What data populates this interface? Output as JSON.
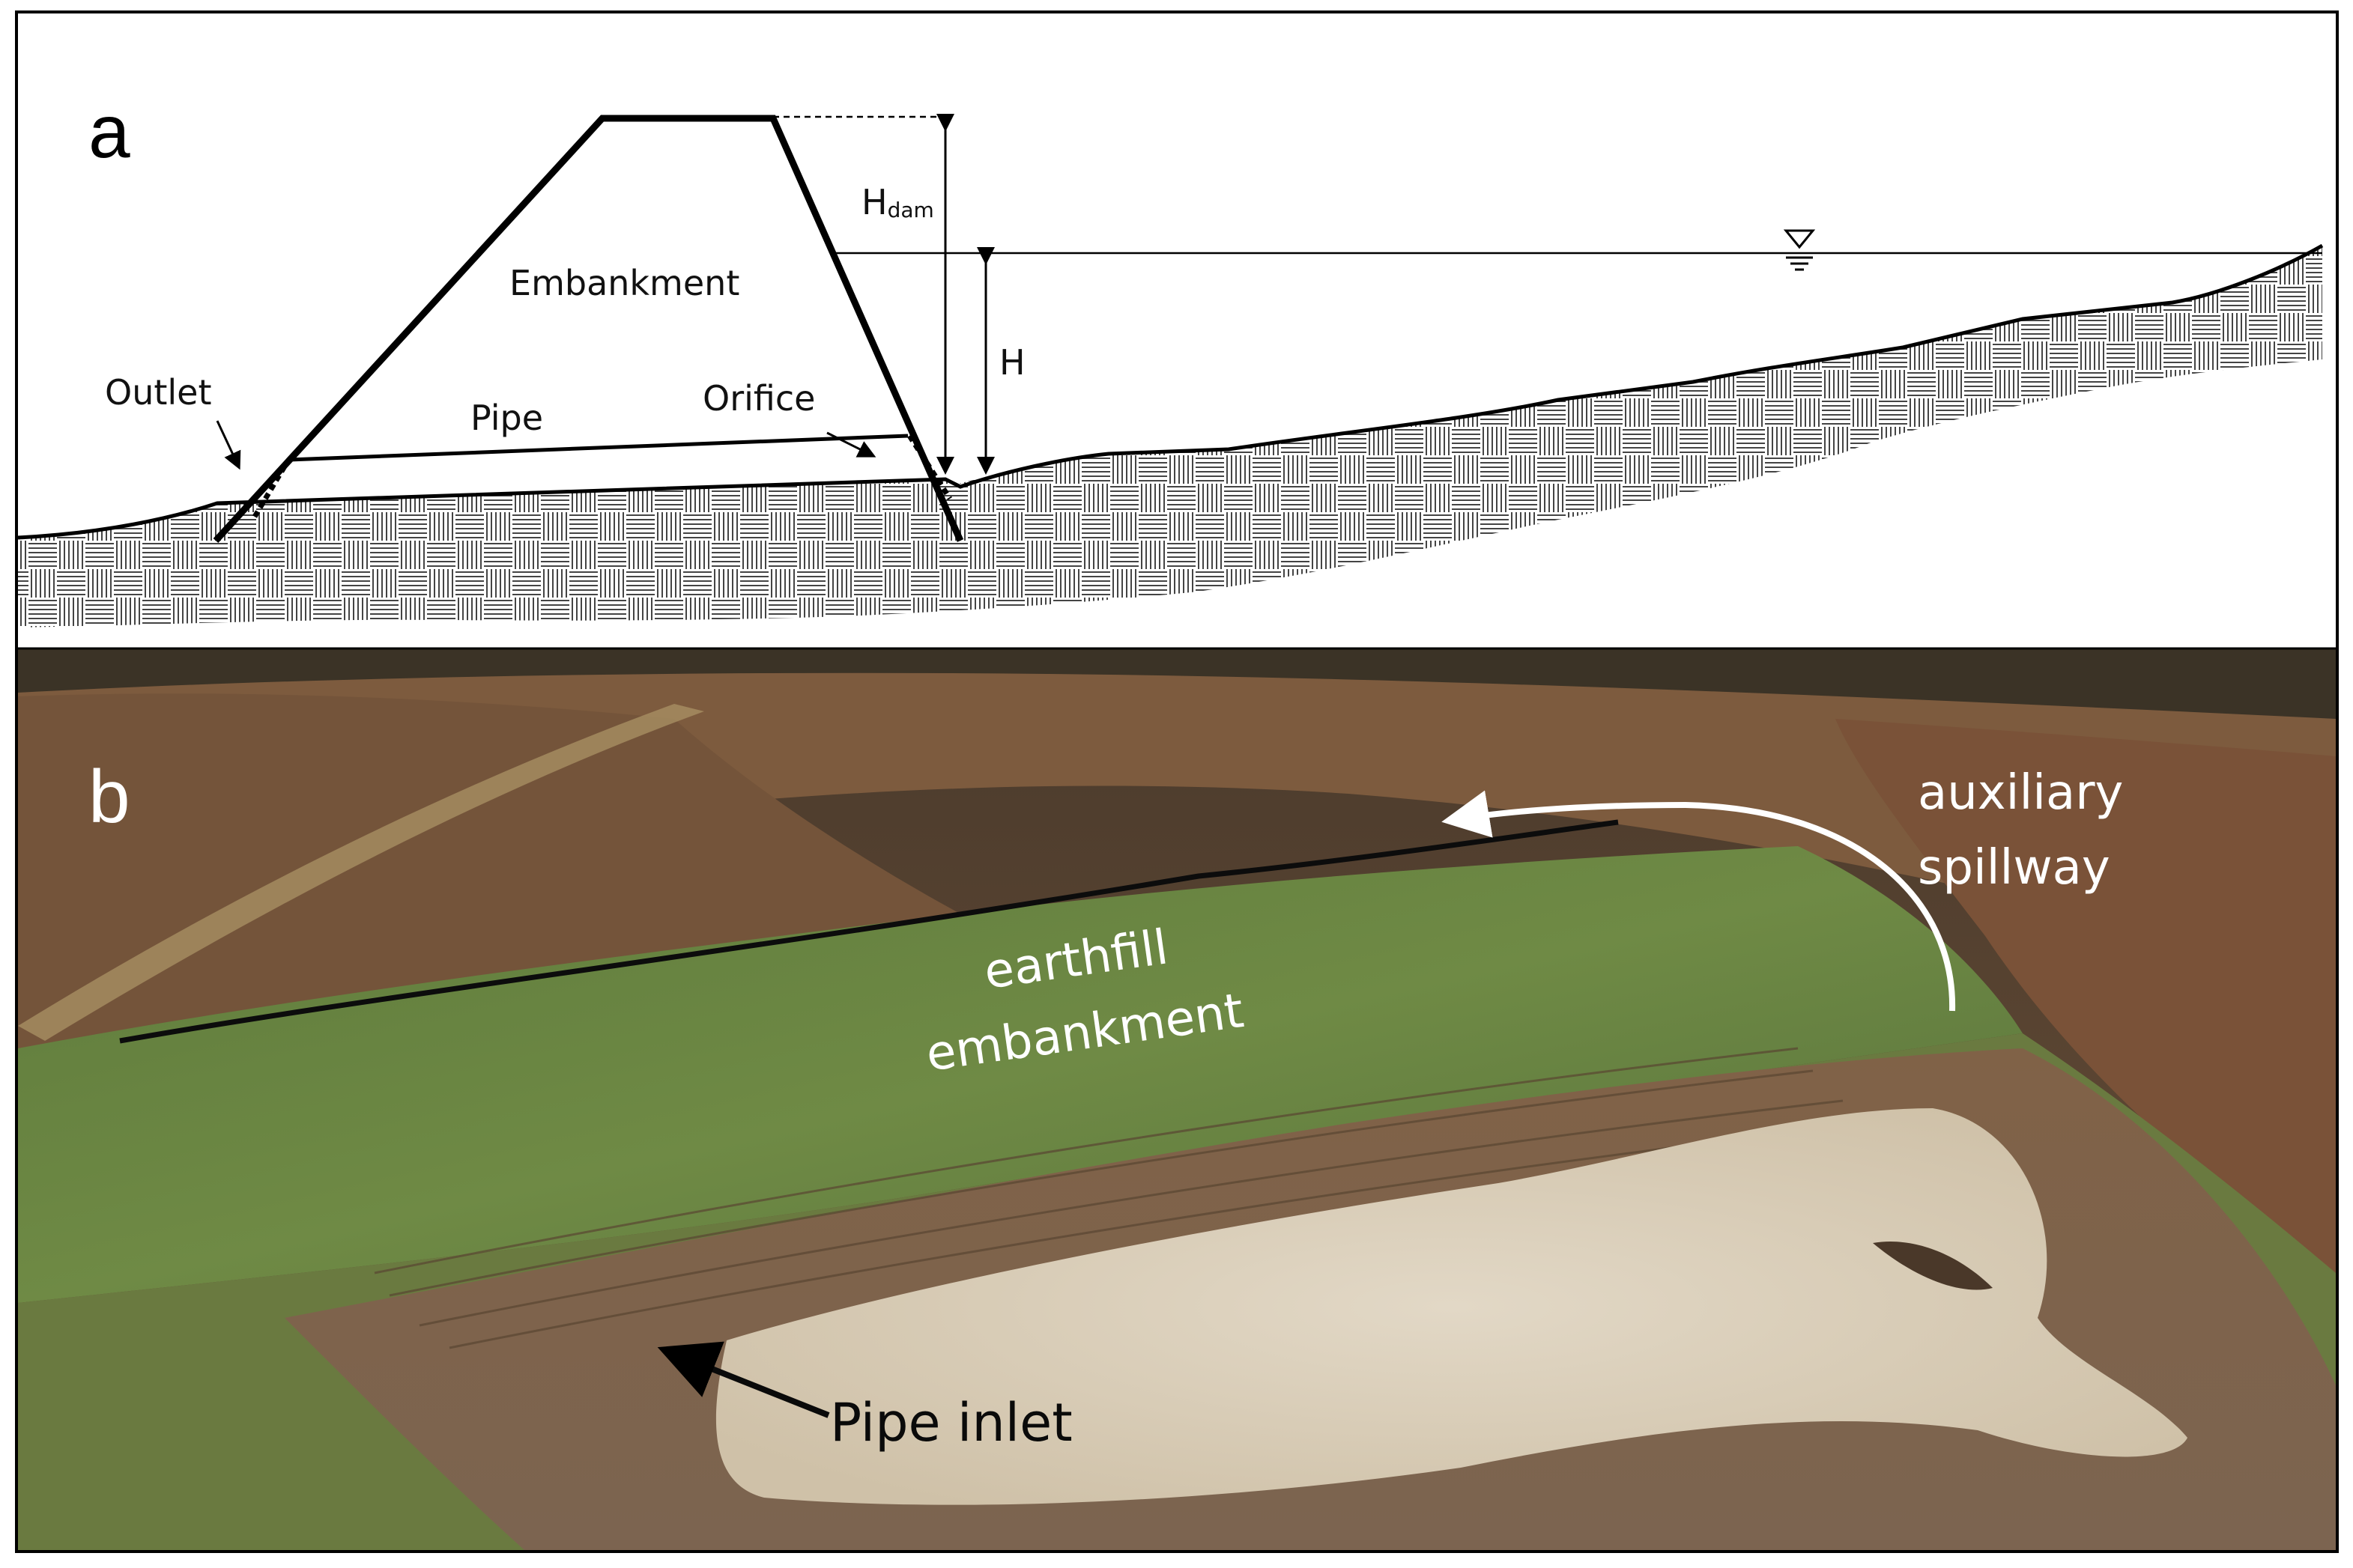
{
  "panel_a": {
    "letter": "a",
    "labels": {
      "embankment": "Embankment",
      "outlet": "Outlet",
      "pipe": "Pipe",
      "orifice": "Orifice",
      "h_dam_main": "H",
      "h_dam_sub": "dam",
      "h": "H"
    }
  },
  "panel_b": {
    "letter": "b",
    "labels": {
      "earthfill_line1": "earthfill",
      "earthfill_line2": "embankment",
      "auxiliary_line1": "auxiliary",
      "auxiliary_line2": "spillway",
      "pipe_inlet": "Pipe inlet"
    }
  },
  "colors": {
    "frame": "#000000",
    "water": "#d8cdb8",
    "grass": "#5f7a3a",
    "dry_grass": "#7a5a3c",
    "mud": "#6e5540"
  }
}
